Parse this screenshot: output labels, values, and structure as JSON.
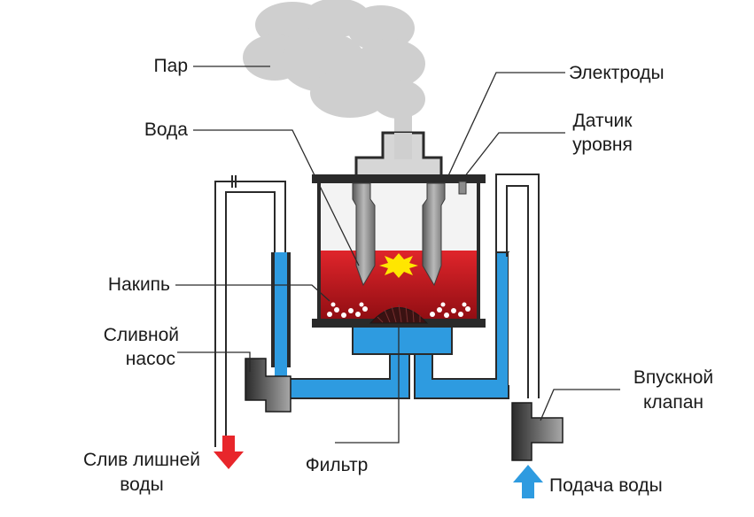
{
  "colors": {
    "water": "#2e9be0",
    "heated_water": "#c0151b",
    "steam": "#cfcfcf",
    "electrode": "#8c8c8c",
    "body_frame": "#2a2a2a",
    "drain_arrow": "#e8262b",
    "supply_arrow": "#2e9be0",
    "spark": "#ffe600"
  },
  "labels": {
    "steam": "Пар",
    "water": "Вода",
    "scale": "Накипь",
    "drain_pump_line1": "Сливной",
    "drain_pump_line2": "насос",
    "drain_excess_line1": "Слив лишней",
    "drain_excess_line2": "воды",
    "filter": "Фильтр",
    "electrodes": "Электроды",
    "level_sensor_line1": "Датчик",
    "level_sensor_line2": "уровня",
    "inlet_valve_line1": "Впускной",
    "inlet_valve_line2": "клапан",
    "water_supply": "Подача воды"
  }
}
